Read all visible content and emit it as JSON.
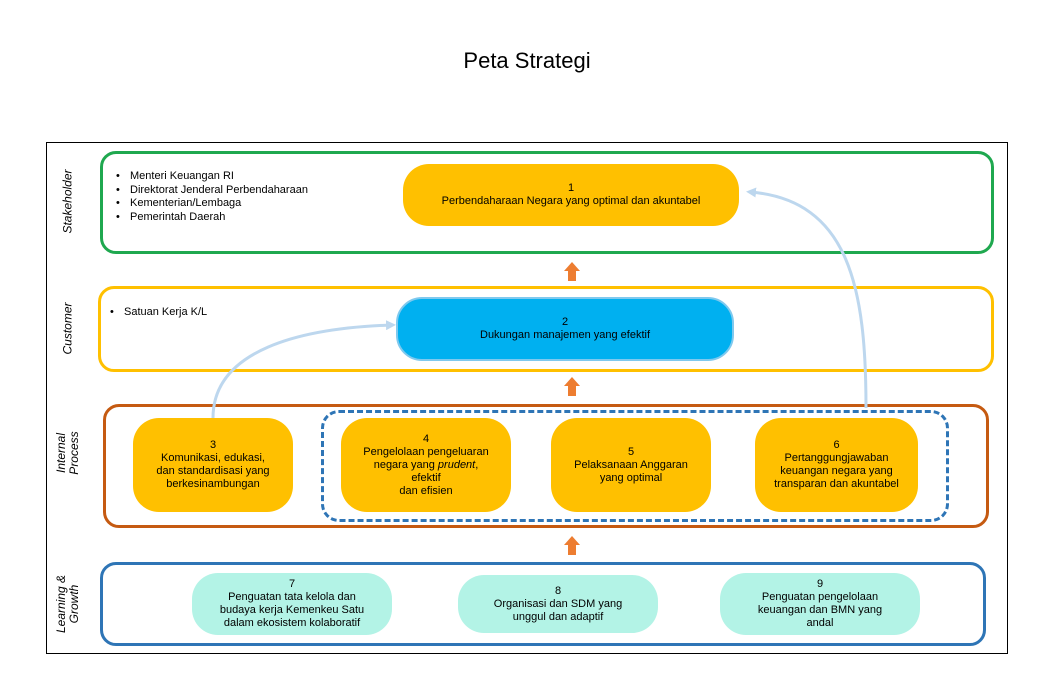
{
  "title": "Peta Strategi",
  "lanes": {
    "stakeholder": {
      "label": "Stakeholder",
      "color": "#1fa84f"
    },
    "customer": {
      "label": "Customer",
      "color": "#ffc000"
    },
    "internal": {
      "label_line1": "Internal",
      "label_line2": "Process",
      "color": "#c55a11"
    },
    "learning": {
      "label_line1": "Learning &",
      "label_line2": "Growth",
      "color": "#2e75b6"
    }
  },
  "stakeholder_list": [
    "Menteri Keuangan RI",
    "Direktorat Jenderal Perbendaharaan",
    "Kementerian/Lembaga",
    "Pemerintah Daerah"
  ],
  "customer_list": [
    "Satuan Kerja K/L"
  ],
  "nodes": {
    "n1": {
      "num": "1",
      "label": "Perbendaharaan Negara yang optimal dan akuntabel"
    },
    "n2": {
      "num": "2",
      "label": "Dukungan manajemen yang efektif"
    },
    "n3": {
      "num": "3",
      "l1": "Komunikasi, edukasi,",
      "l2": "dan standardisasi yang",
      "l3": "berkesinambungan"
    },
    "n4": {
      "num": "4",
      "l1": "Pengelolaan pengeluaran",
      "l2a": "negara yang ",
      "l2b": "prudent",
      "l2c": ",",
      "l3": "efektif",
      "l4": "dan efisien"
    },
    "n5": {
      "num": "5",
      "l1": "Pelaksanaan Anggaran",
      "l2": "yang optimal"
    },
    "n6": {
      "num": "6",
      "l1": "Pertanggungjawaban",
      "l2": "keuangan negara yang",
      "l3": "transparan dan akuntabel"
    },
    "n7": {
      "num": "7",
      "l1": "Penguatan tata kelola dan",
      "l2": "budaya kerja Kemenkeu Satu",
      "l3": "dalam ekosistem kolaboratif"
    },
    "n8": {
      "num": "8",
      "l1": "Organisasi dan SDM yang",
      "l2": "unggul dan adaptif"
    },
    "n9": {
      "num": "9",
      "l1": "Penguatan pengelolaan",
      "l2": "keuangan dan BMN yang",
      "l3": "andal"
    }
  },
  "colors": {
    "gold": "#ffc000",
    "blue": "#00b0f0",
    "mint": "#b3f3e6",
    "arrow_orange": "#ed7d31",
    "curve": "#bdd7ee",
    "dashed": "#2e75b6"
  }
}
